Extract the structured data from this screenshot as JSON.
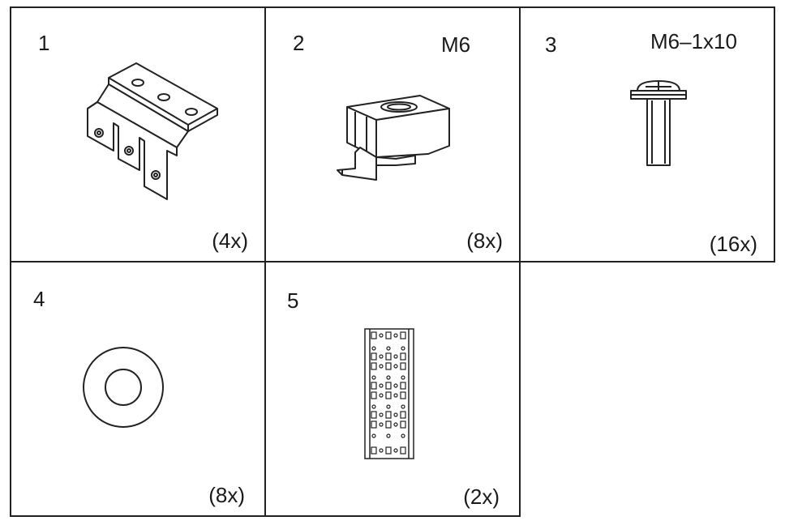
{
  "parts": [
    {
      "number": "1",
      "spec": "",
      "quantity": "(4x)",
      "icon": "mounting-bracket-icon"
    },
    {
      "number": "2",
      "spec": "M6",
      "quantity": "(8x)",
      "icon": "cage-nut-icon"
    },
    {
      "number": "3",
      "spec": "M6–1x10",
      "quantity": "(16x)",
      "icon": "screw-icon"
    },
    {
      "number": "4",
      "spec": "",
      "quantity": "(8x)",
      "icon": "washer-icon"
    },
    {
      "number": "5",
      "spec": "",
      "quantity": "(2x)",
      "icon": "mounting-rail-icon"
    }
  ]
}
